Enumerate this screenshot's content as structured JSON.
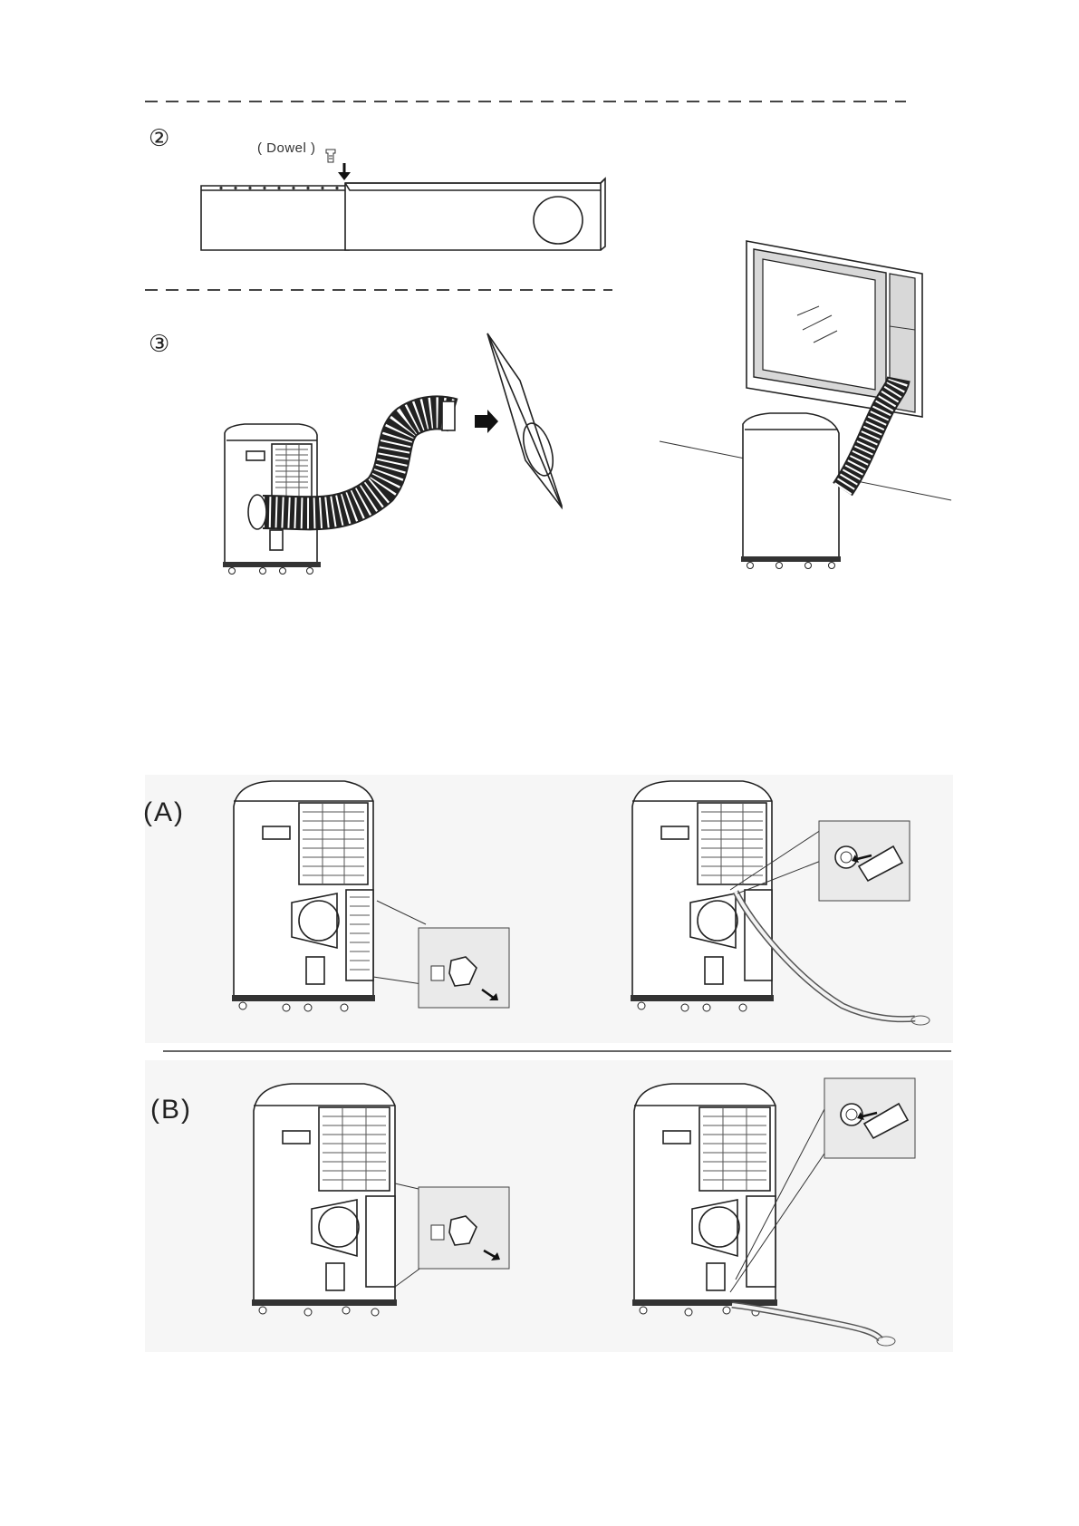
{
  "step_labels": {
    "step2": "②",
    "step3": "③"
  },
  "dowel_label": "( Dowel )",
  "sections": {
    "a": "(A)",
    "b": "(B)"
  },
  "icons": {
    "window_slider": "window-slider-icon",
    "exhaust_hose": "exhaust-hose-icon",
    "air_conditioner": "air-conditioner-icon",
    "drain_plug": "drain-plug-icon",
    "drain_hose": "drain-hose-icon"
  }
}
